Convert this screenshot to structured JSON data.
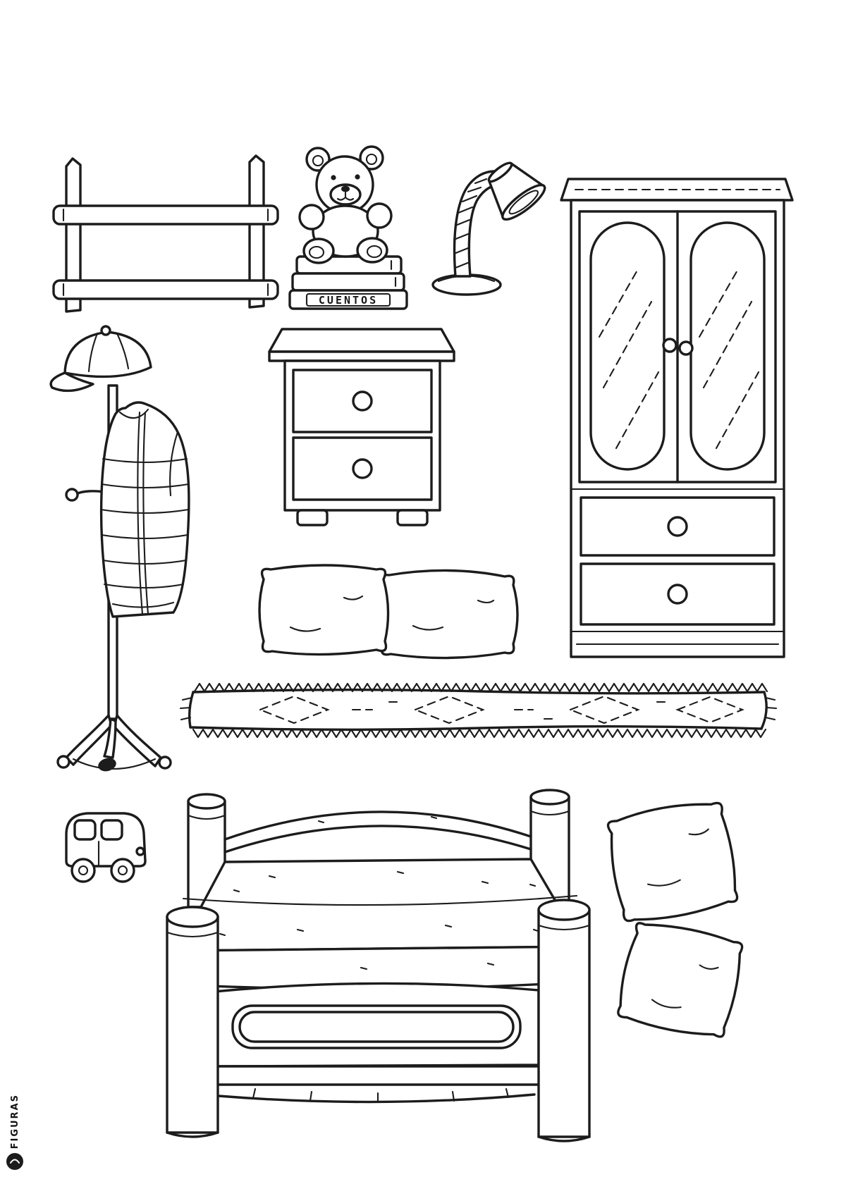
{
  "page": {
    "background": "#ffffff",
    "ink_color": "#1c1c1c"
  },
  "labels": {
    "book_spine": "CUENTOS",
    "watermark": "FIGURAS"
  },
  "drawings": [
    {
      "name": "wall-shelf"
    },
    {
      "name": "teddy-bear-on-books"
    },
    {
      "name": "desk-lamp"
    },
    {
      "name": "wardrobe-with-mirror-doors"
    },
    {
      "name": "coat-rack-with-cap-and-vest"
    },
    {
      "name": "nightstand"
    },
    {
      "name": "two-pillows"
    },
    {
      "name": "fringed-rug"
    },
    {
      "name": "toy-car"
    },
    {
      "name": "bed"
    },
    {
      "name": "stacked-pillows"
    }
  ]
}
